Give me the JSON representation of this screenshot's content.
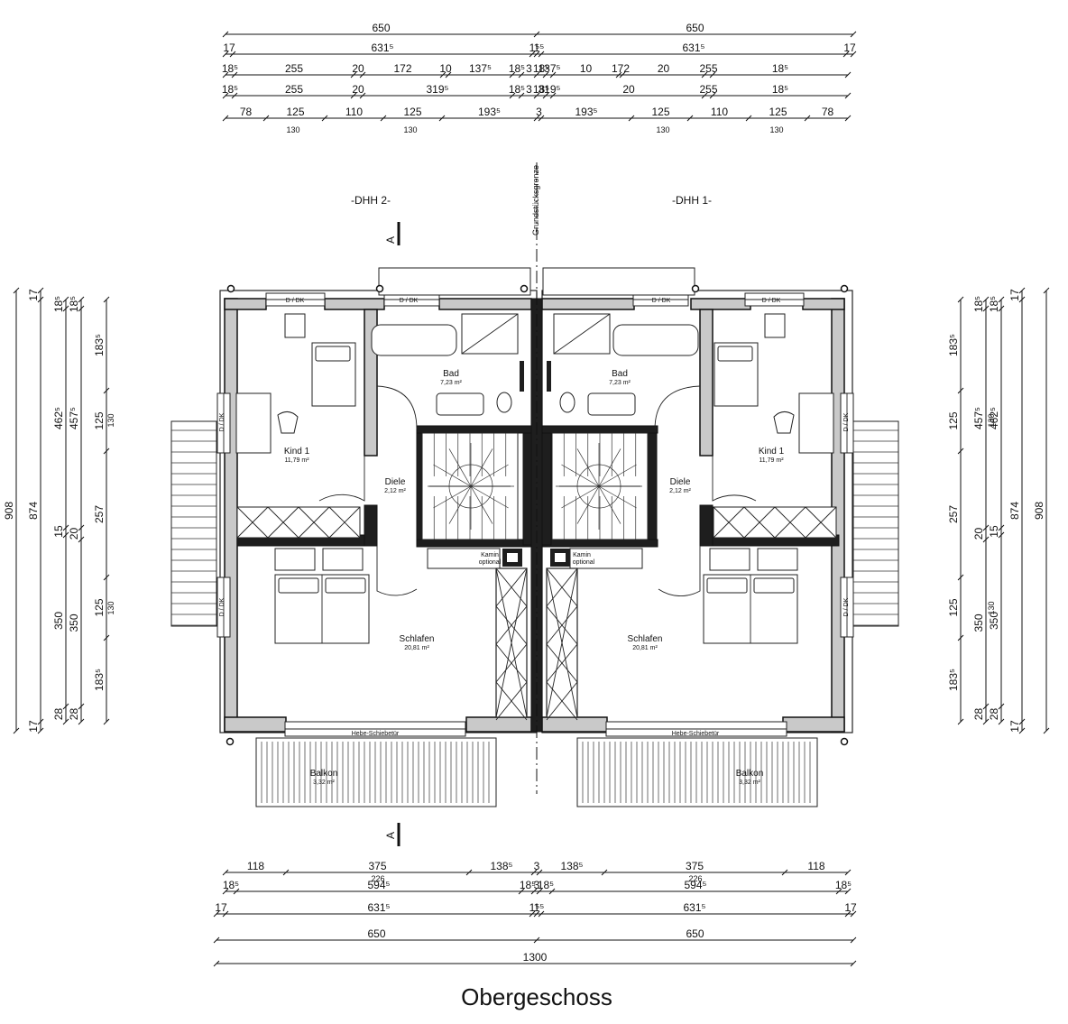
{
  "title": "Obergeschoss",
  "units": {
    "left": "-DHH 2-",
    "right": "-DHH 1-"
  },
  "boundary_label": "Grundstücksgrenze",
  "section_marker": "A",
  "rooms": [
    {
      "id": "kind-left",
      "name": "Kind 1",
      "area": "11,79 m²"
    },
    {
      "id": "bad-left",
      "name": "Bad",
      "area": "7,23 m²"
    },
    {
      "id": "diele-left",
      "name": "Diele",
      "area": "2,12 m²"
    },
    {
      "id": "schlafen-left",
      "name": "Schlafen",
      "area": "20,81 m²"
    },
    {
      "id": "balkon-left",
      "name": "Balkon",
      "area": "3,32 m²"
    },
    {
      "id": "kind-right",
      "name": "Kind 1",
      "area": "11,79 m²"
    },
    {
      "id": "bad-right",
      "name": "Bad",
      "area": "7,23 m²"
    },
    {
      "id": "diele-right",
      "name": "Diele",
      "area": "2,12 m²"
    },
    {
      "id": "schlafen-right",
      "name": "Schlafen",
      "area": "20,81 m²"
    },
    {
      "id": "balkon-right",
      "name": "Balkon",
      "area": "3,32 m²"
    }
  ],
  "labels": {
    "window": "D / DK",
    "sliding_door": "Hebe-Schiebetür",
    "kamin": "Kamin",
    "kamin_sub": "optional"
  },
  "dimensions": {
    "top": [
      [
        "650",
        "650"
      ],
      [
        "17",
        "631⁵",
        "1⁵",
        "1⁵",
        "631⁵",
        "17"
      ],
      [
        "18⁵",
        "255",
        "20",
        "172",
        "10",
        "137⁵",
        "18⁵",
        "3",
        "18⁵",
        "137⁵",
        "10",
        "172",
        "20",
        "255",
        "18⁵"
      ],
      [
        "18⁵",
        "255",
        "20",
        "319⁵",
        "18⁵",
        "3",
        "18⁵",
        "319⁵",
        "20",
        "255",
        "18⁵"
      ],
      [
        "78",
        "125",
        "110",
        "125",
        "193⁵",
        "3",
        "193⁵",
        "125",
        "110",
        "125",
        "78"
      ],
      [
        "130",
        "130",
        "130",
        "130"
      ]
    ],
    "bottom": [
      [
        "118",
        "375",
        "138⁵",
        "3",
        "138⁵",
        "375",
        "118"
      ],
      [
        "226",
        "226"
      ],
      [
        "18⁵",
        "594⁵",
        "18⁵",
        "3",
        "18⁵",
        "594⁵",
        "18⁵"
      ],
      [
        "17",
        "631⁵",
        "1⁵",
        "1⁵",
        "631⁵",
        "17"
      ],
      [
        "650",
        "650"
      ],
      [
        "1300"
      ]
    ],
    "left": [
      [
        "908"
      ],
      [
        "17",
        "874",
        "17"
      ],
      [
        "18⁵",
        "462⁵",
        "15",
        "350",
        "28"
      ],
      [
        "18⁵",
        "457⁵",
        "20",
        "350",
        "28"
      ],
      [
        "183⁵",
        "125",
        "257",
        "125",
        "183⁵"
      ],
      [
        "130",
        "130"
      ]
    ],
    "right": [
      [
        "908"
      ],
      [
        "17",
        "874",
        "17"
      ],
      [
        "18⁵",
        "462⁵",
        "15",
        "350",
        "28"
      ],
      [
        "18⁵",
        "457⁵",
        "20",
        "350",
        "28"
      ],
      [
        "183⁵",
        "125",
        "257",
        "125",
        "183⁵"
      ],
      [
        "130",
        "130"
      ]
    ]
  }
}
